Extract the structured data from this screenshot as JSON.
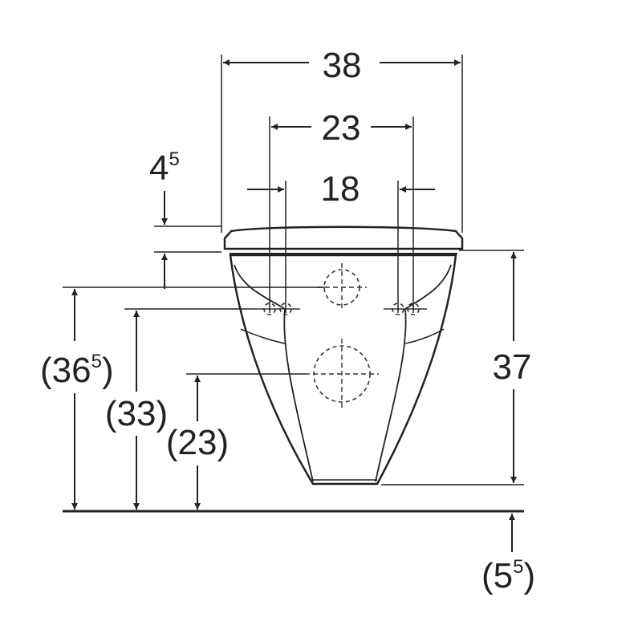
{
  "dimensions": {
    "overall_width": {
      "value": "38"
    },
    "fixing_width": {
      "value": "23"
    },
    "pipe_width": {
      "value": "18"
    },
    "seat_gap": {
      "base": "4",
      "sup": "5"
    },
    "overall_height": {
      "value": "37"
    },
    "left_height_1": {
      "open": "(",
      "base": "36",
      "sup": "5",
      "close": ")"
    },
    "left_height_2": {
      "value": "(33)"
    },
    "left_height_3": {
      "value": "(23)"
    },
    "bottom_offset": {
      "open": "(",
      "base": "5",
      "sup": "5",
      "close": ")"
    }
  },
  "colors": {
    "line": "#222222",
    "dashed": "#333333",
    "background": "#ffffff"
  }
}
